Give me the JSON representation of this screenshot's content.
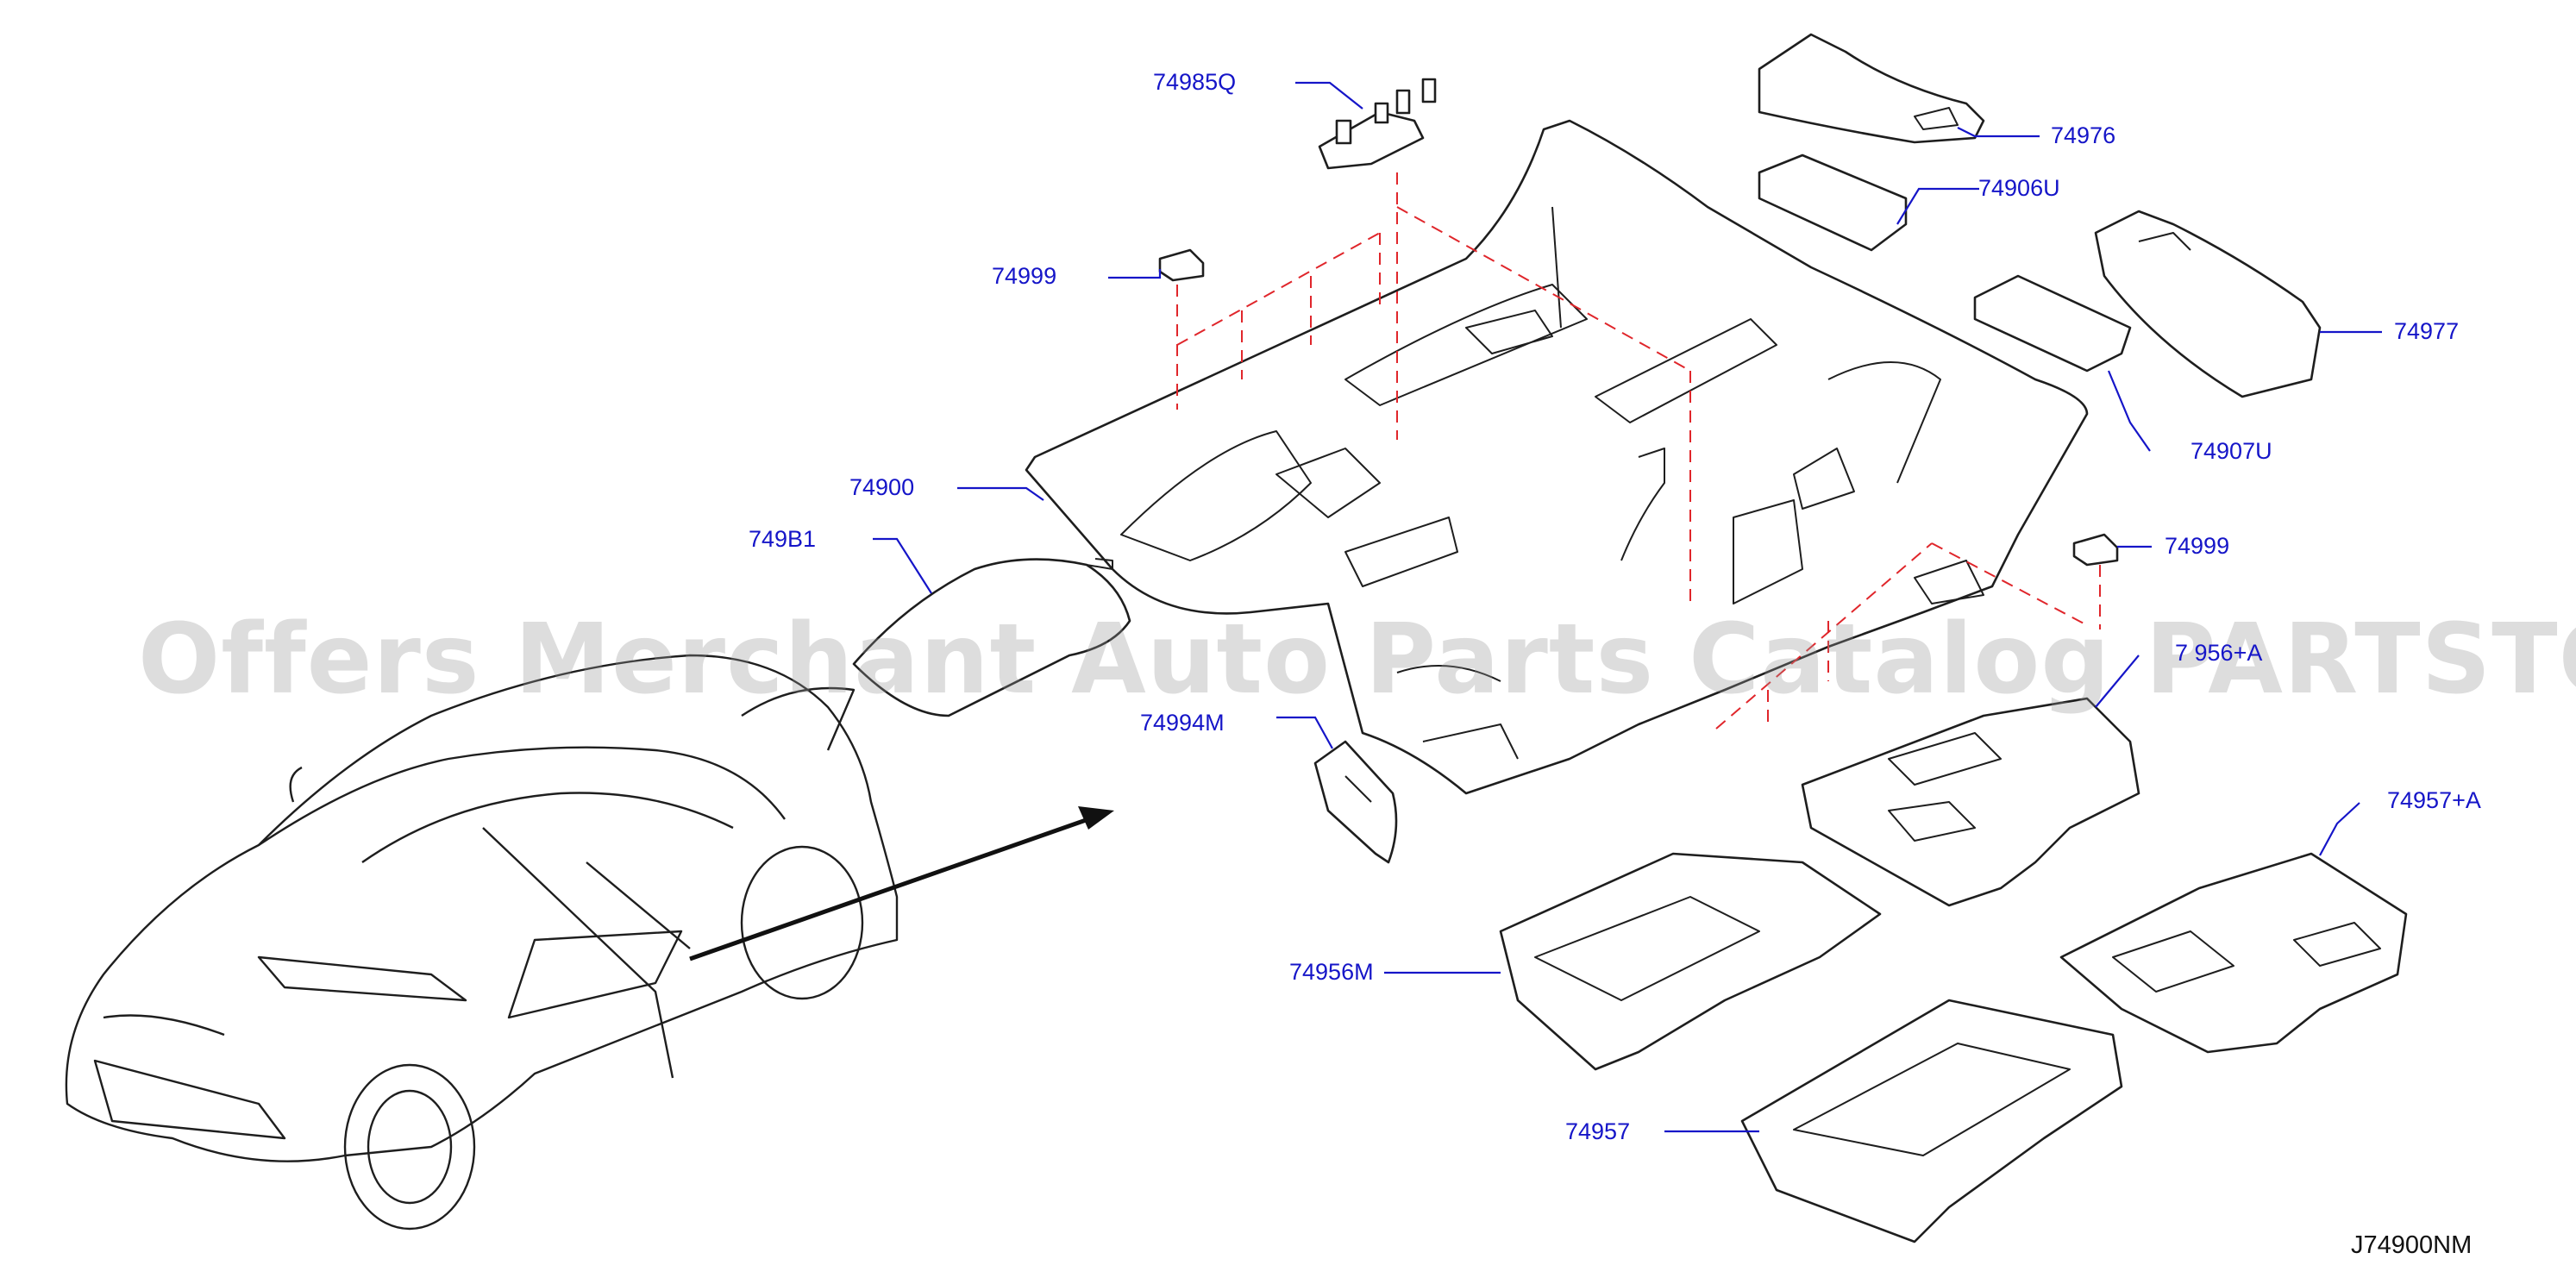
{
  "parts": {
    "p74985Q": "74985Q",
    "p74976": "74976",
    "p74906U": "74906U",
    "p74999_upper": "74999",
    "p74977": "74977",
    "p74907U": "74907U",
    "p74900": "74900",
    "p749B1": "749B1",
    "p74999_right": "74999",
    "p74956_partial": "7 956+A",
    "p74994M": "74994M",
    "p74957A": "74957+A",
    "p74956M": "74956M",
    "p74957": "74957"
  },
  "diagram_code": "J74900NM",
  "watermark": "Offers Merchant Auto Parts Catalog PARTSTORE.SA",
  "colors": {
    "label": "#1515c8",
    "lines": "#1e1e1e",
    "dashed": "#e0262b",
    "watermark": "#969696"
  }
}
